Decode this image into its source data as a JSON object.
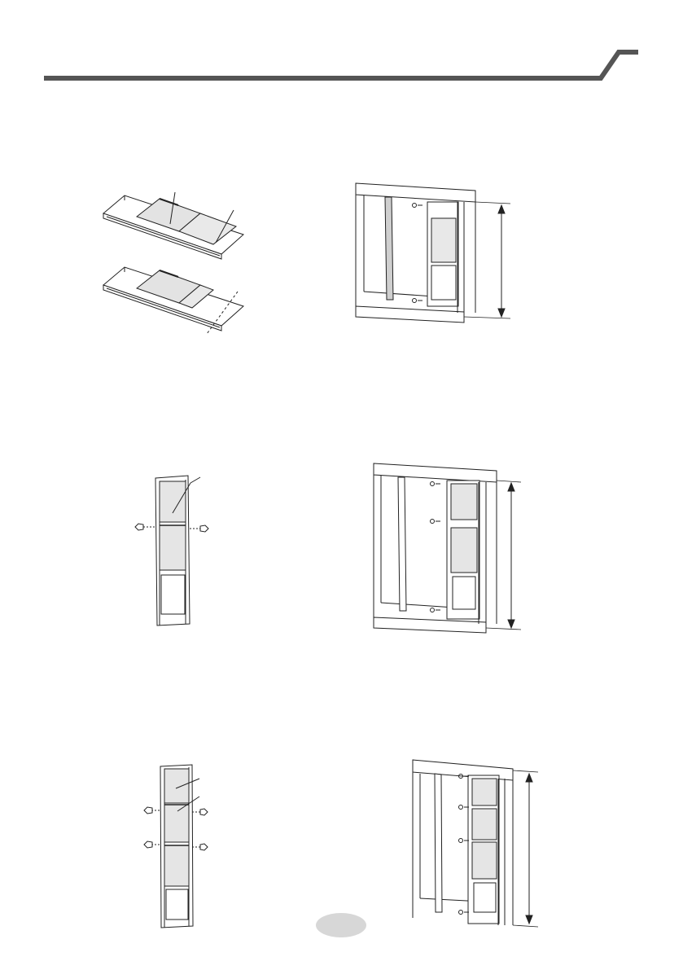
{
  "page": {
    "header": {
      "accent_color": "#555555"
    },
    "page_number_badge": {
      "color": "#d6d6d6",
      "label": ""
    },
    "figures": [
      {
        "id": "window-slider-kit",
        "callouts": 2
      },
      {
        "id": "window-frame-1",
        "screws": 2
      },
      {
        "id": "slider-single-panel",
        "screws": 2
      },
      {
        "id": "window-frame-2",
        "screws": 3
      },
      {
        "id": "slider-double-panel",
        "screws": 4
      },
      {
        "id": "window-frame-3",
        "screws": 4
      }
    ]
  }
}
